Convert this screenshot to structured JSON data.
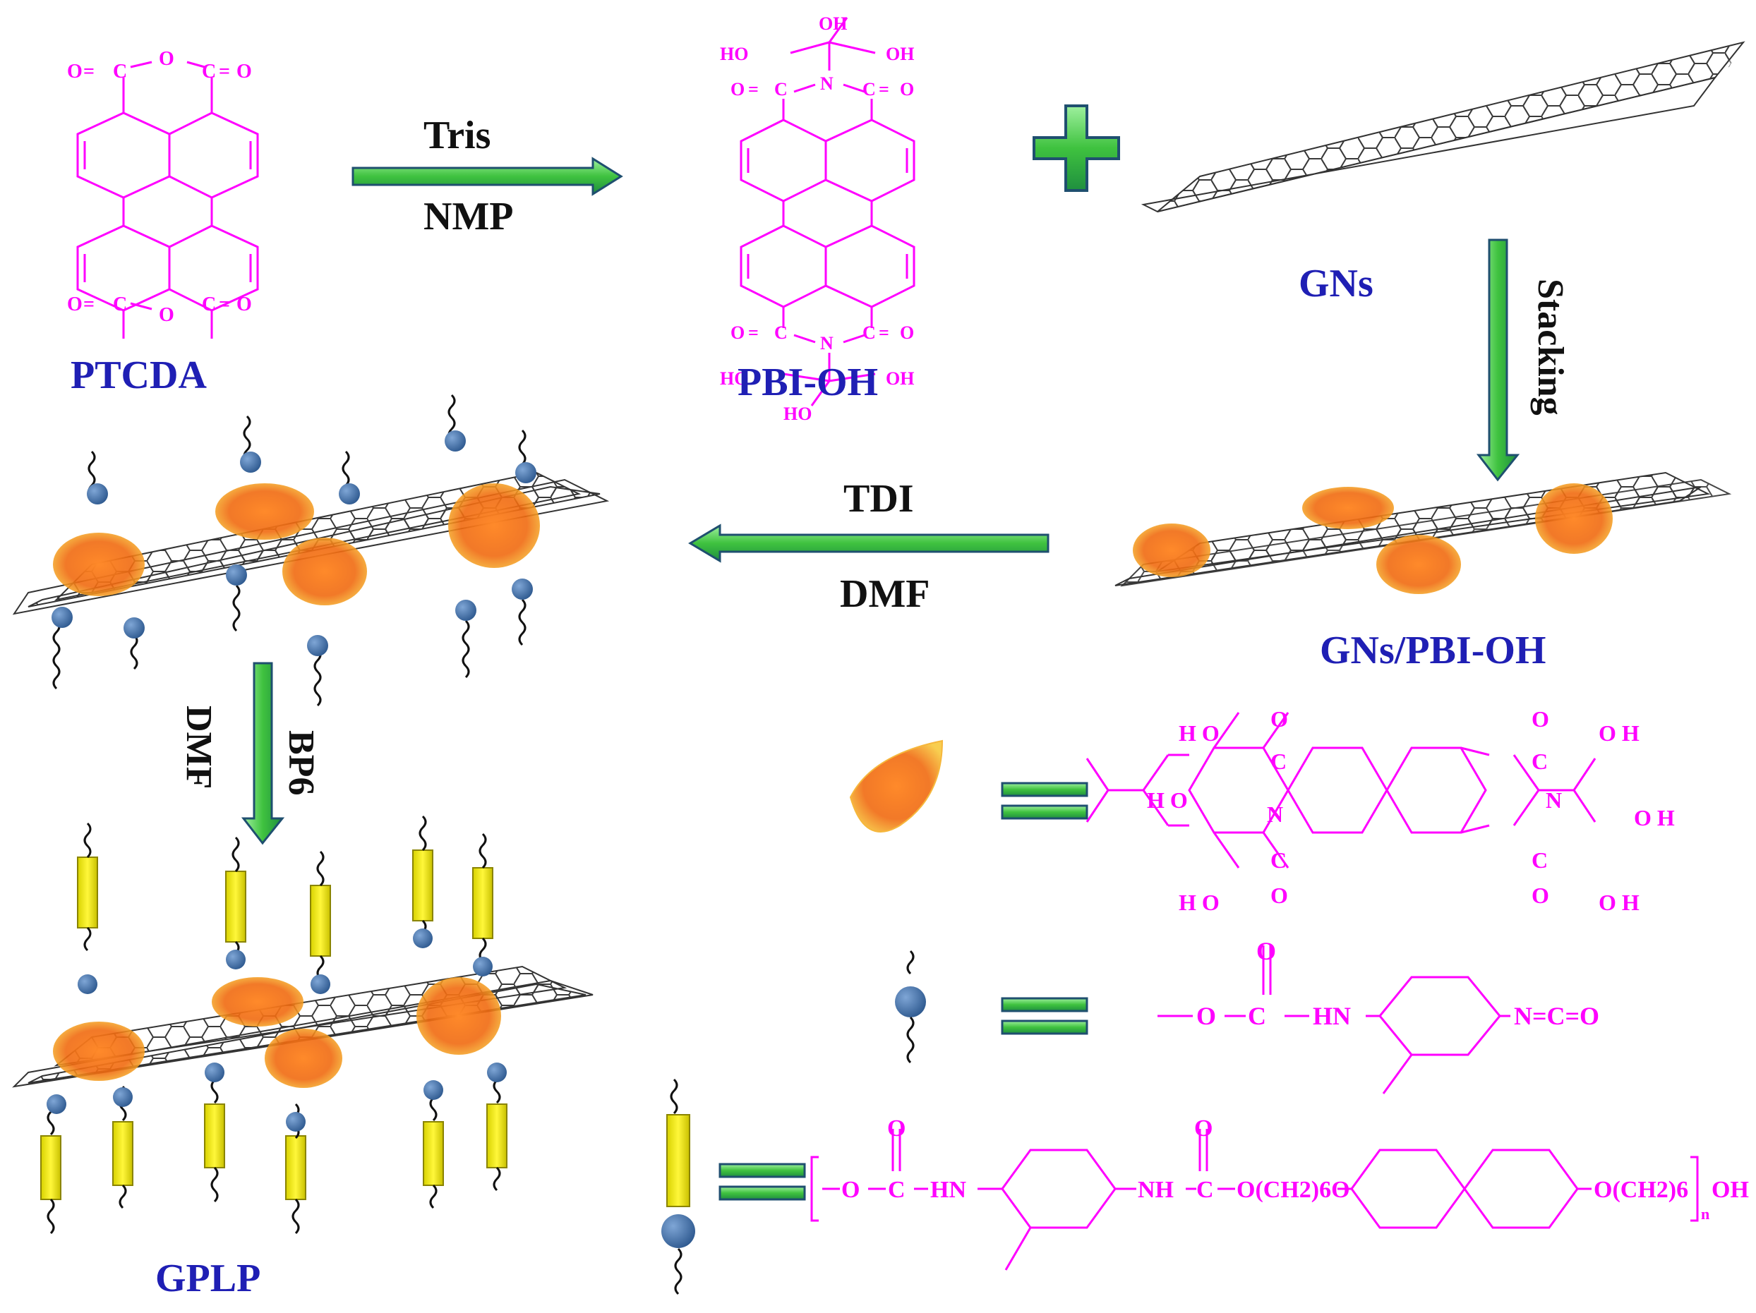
{
  "colors": {
    "label": "#1f1fb4",
    "molecule": "#ff00ff",
    "arrow_fill": "#4ccd4c",
    "arrow_edge": "#1f4f6f",
    "lattice": "#333333",
    "pbi_patch": "#f28a1e",
    "tdi_bead": "#3f6fa8",
    "bp6_block": "#f2ee1c"
  },
  "labels": {
    "ptcda": "PTCDA",
    "pbi_oh": "PBI-OH",
    "gns": "GNs",
    "gns_pbi_oh": "GNs/PBI-OH",
    "gplp": "GPLP"
  },
  "steps": {
    "tris": "Tris",
    "nmp": "NMP",
    "stacking": "Stacking",
    "tdi": "TDI",
    "dmf_top": "DMF",
    "dmf_side": "DMF",
    "bp6": "BP6"
  },
  "legend": {
    "pbi_symbol": "pbi-patch",
    "tdi_symbol": "tdi-bead-chain",
    "bp6_symbol": "bp6-block-chain"
  },
  "atoms": {
    "O": "O",
    "C": "C",
    "N": "N",
    "OH": "OH",
    "HO": "HO",
    "HN": "HN",
    "NH": "NH",
    "NCO": "N=C=O",
    "OCH26O": "O(CH2)6O",
    "OCH26": "O(CH2)6",
    "n": "n",
    "H O": "H O",
    "O H": "O H"
  }
}
